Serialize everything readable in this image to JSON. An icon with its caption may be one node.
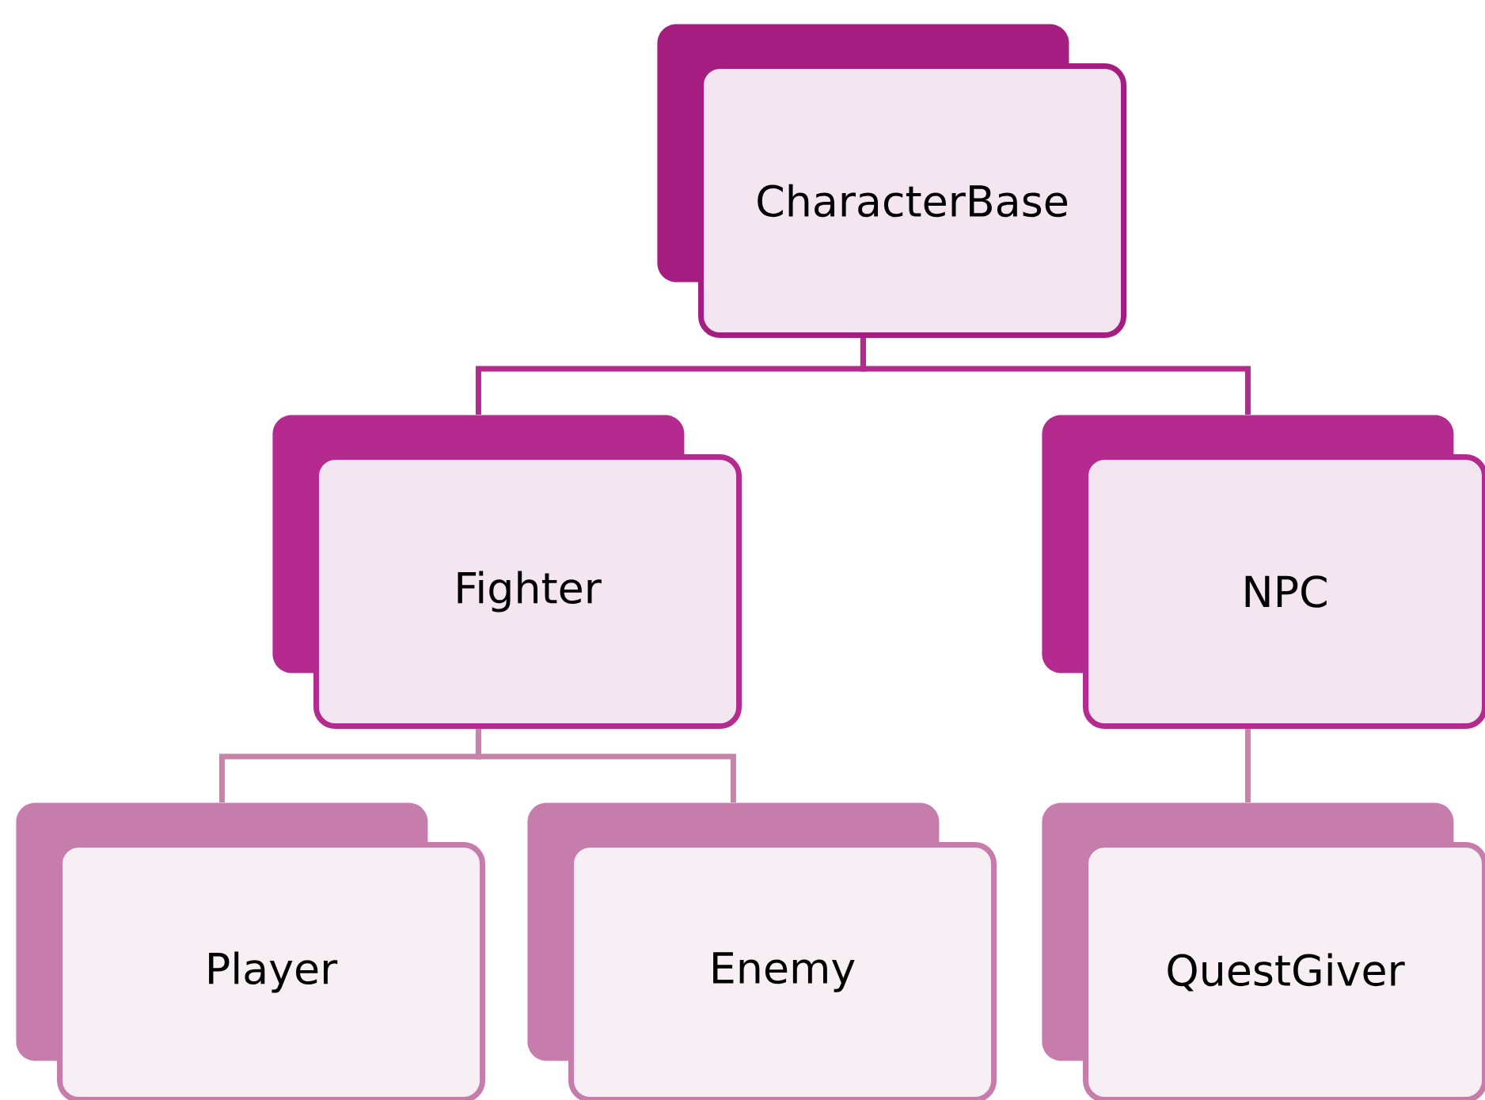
{
  "diagram": {
    "nodes": [
      {
        "text": [
          "CharacterBase"
        ]
      },
      {
        "text": [
          "Fighter"
        ]
      },
      {
        "text": [
          "NPC"
        ]
      },
      {
        "text": [
          "Player"
        ]
      },
      {
        "text": [
          "Enemy"
        ]
      },
      {
        "text": [
          "QuestGiver"
        ]
      }
    ],
    "edges": [
      {
        "from": 0,
        "to": 1,
        "arrow": "none"
      },
      {
        "from": 0,
        "to": 2,
        "arrow": "none"
      },
      {
        "from": 1,
        "to": 3,
        "arrow": "none"
      },
      {
        "from": 1,
        "to": 4,
        "arrow": "none"
      },
      {
        "from": 2,
        "to": 5,
        "arrow": "none"
      }
    ]
  }
}
